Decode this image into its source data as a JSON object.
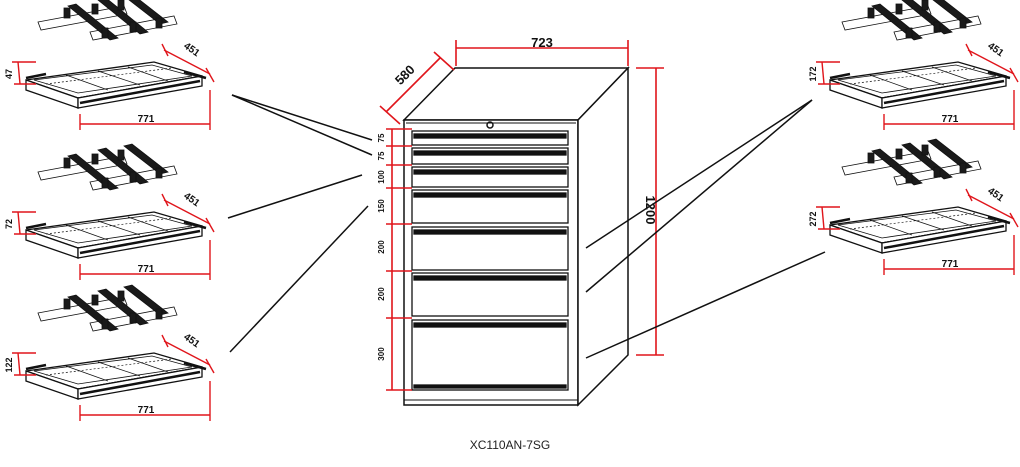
{
  "cabinet": {
    "model": "XC110AN-7SG",
    "width": "723",
    "depth": "580",
    "height": "1200",
    "drawer_heights": [
      "75",
      "75",
      "100",
      "150",
      "200",
      "200",
      "300"
    ]
  },
  "drawers_left": [
    {
      "height": "47",
      "depth": "451",
      "width": "771"
    },
    {
      "height": "72",
      "depth": "451",
      "width": "771"
    },
    {
      "height": "122",
      "depth": "451",
      "width": "771"
    }
  ],
  "drawers_right": [
    {
      "height": "172",
      "depth": "451",
      "width": "771"
    },
    {
      "height": "272",
      "depth": "451",
      "width": "771"
    }
  ],
  "colors": {
    "dimension": "#e0151b",
    "line": "#111111",
    "divider": "#1a1a1a"
  }
}
